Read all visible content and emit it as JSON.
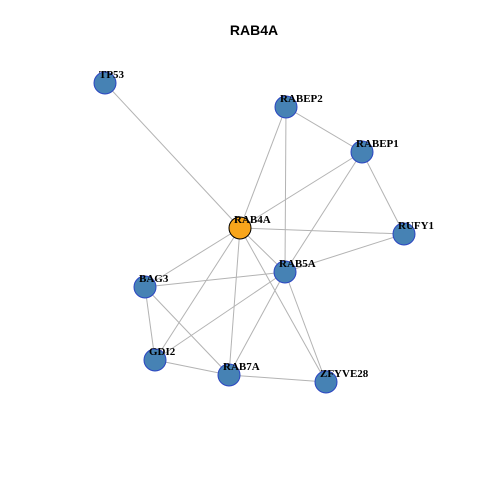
{
  "title": "RAB4A",
  "colors": {
    "hub_node": "#F8A51B",
    "node": "#4682B4",
    "edge": "#B3B3B3"
  },
  "nodes": [
    {
      "id": "RAB4A",
      "label": "RAB4A",
      "role": "hub"
    },
    {
      "id": "TP53",
      "label": "TP53",
      "role": "neighbor"
    },
    {
      "id": "RABEP2",
      "label": "RABEP2",
      "role": "neighbor"
    },
    {
      "id": "RABEP1",
      "label": "RABEP1",
      "role": "neighbor"
    },
    {
      "id": "RUFY1",
      "label": "RUFY1",
      "role": "neighbor"
    },
    {
      "id": "RAB5A",
      "label": "RAB5A",
      "role": "neighbor"
    },
    {
      "id": "BAG3",
      "label": "BAG3",
      "role": "neighbor"
    },
    {
      "id": "GDI2",
      "label": "GDI2",
      "role": "neighbor"
    },
    {
      "id": "RAB7A",
      "label": "RAB7A",
      "role": "neighbor"
    },
    {
      "id": "ZFYVE28",
      "label": "ZFYVE28",
      "role": "neighbor"
    }
  ],
  "edges": [
    [
      "RAB4A",
      "TP53"
    ],
    [
      "RAB4A",
      "RABEP2"
    ],
    [
      "RAB4A",
      "RABEP1"
    ],
    [
      "RAB4A",
      "RUFY1"
    ],
    [
      "RAB4A",
      "RAB5A"
    ],
    [
      "RAB4A",
      "BAG3"
    ],
    [
      "RAB4A",
      "GDI2"
    ],
    [
      "RAB4A",
      "RAB7A"
    ],
    [
      "RAB4A",
      "ZFYVE28"
    ],
    [
      "RABEP2",
      "RABEP1"
    ],
    [
      "RABEP2",
      "RAB5A"
    ],
    [
      "RABEP1",
      "RUFY1"
    ],
    [
      "RABEP1",
      "RAB5A"
    ],
    [
      "RUFY1",
      "RAB5A"
    ],
    [
      "RAB5A",
      "BAG3"
    ],
    [
      "RAB5A",
      "GDI2"
    ],
    [
      "RAB5A",
      "RAB7A"
    ],
    [
      "RAB5A",
      "ZFYVE28"
    ],
    [
      "BAG3",
      "GDI2"
    ],
    [
      "BAG3",
      "RAB7A"
    ],
    [
      "GDI2",
      "RAB7A"
    ],
    [
      "RAB7A",
      "ZFYVE28"
    ]
  ]
}
